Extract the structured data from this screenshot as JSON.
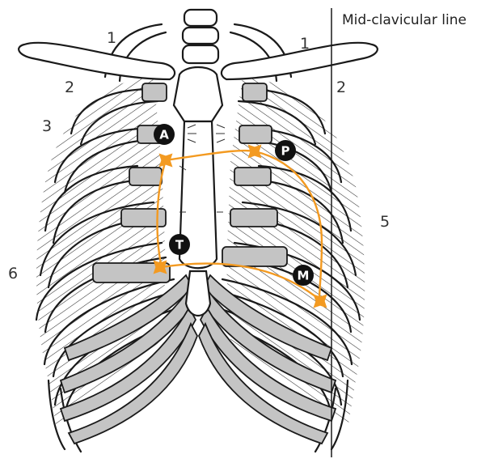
{
  "labels": {
    "midline": "Mid-clavicular line",
    "rib_numbers": [
      "1",
      "1",
      "2",
      "2",
      "3",
      "5",
      "6"
    ]
  },
  "areas": [
    {
      "letter": "A"
    },
    {
      "letter": "P"
    },
    {
      "letter": "T"
    },
    {
      "letter": "M"
    }
  ],
  "colors": {
    "route": "#f39a21",
    "cartilage": "#c4c4c4",
    "badge": "#111111",
    "outline": "#1a1a1a"
  }
}
